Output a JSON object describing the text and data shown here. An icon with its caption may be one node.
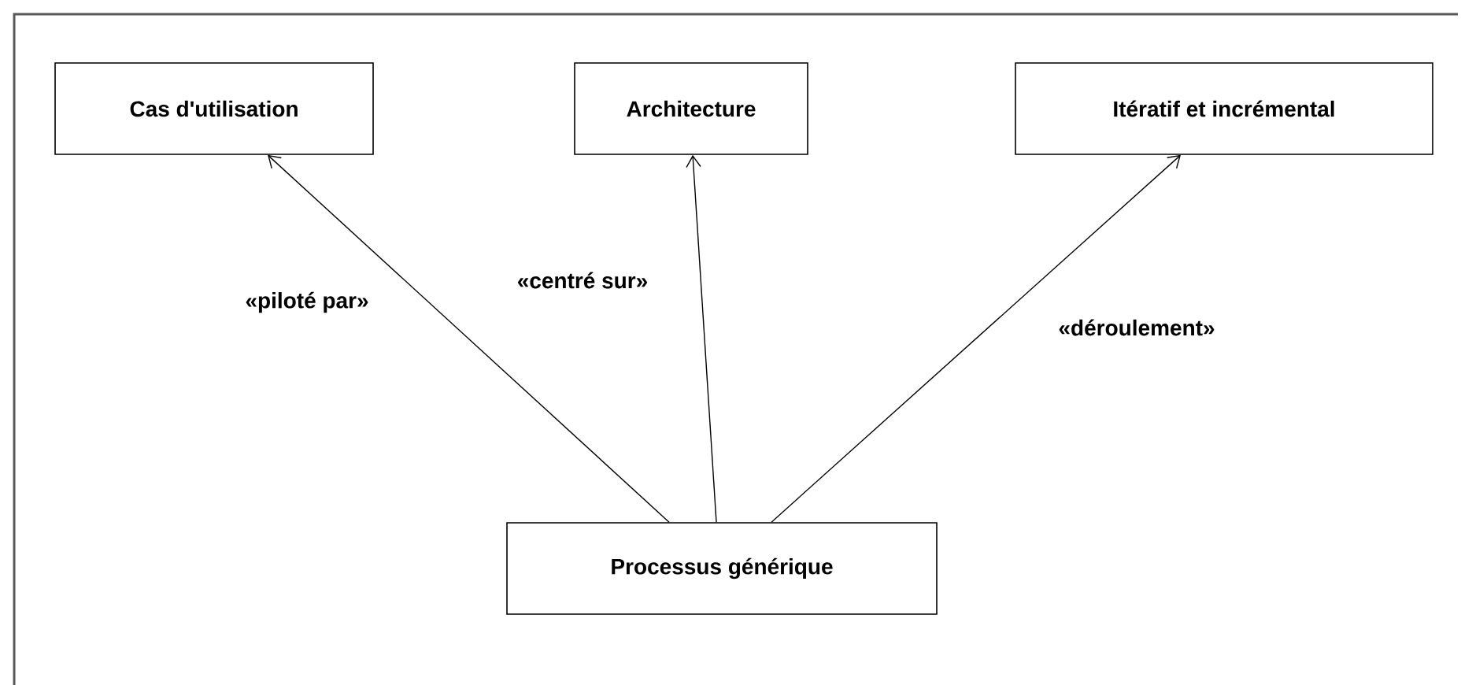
{
  "diagram": {
    "nodes": [
      {
        "text": [
          "Cas d'utilisation"
        ]
      },
      {
        "text": [
          "Architecture"
        ]
      },
      {
        "text": [
          "Itératif et incrémental"
        ]
      },
      {
        "text": [
          "Processus générique"
        ]
      }
    ],
    "edges": [
      {
        "from": 3,
        "to": 0,
        "arrow": "to",
        "label": "«piloté par»"
      },
      {
        "from": 3,
        "to": 1,
        "arrow": "to",
        "label": "«centré sur»"
      },
      {
        "from": 3,
        "to": 2,
        "arrow": "to",
        "label": "«déroulement»"
      }
    ]
  }
}
